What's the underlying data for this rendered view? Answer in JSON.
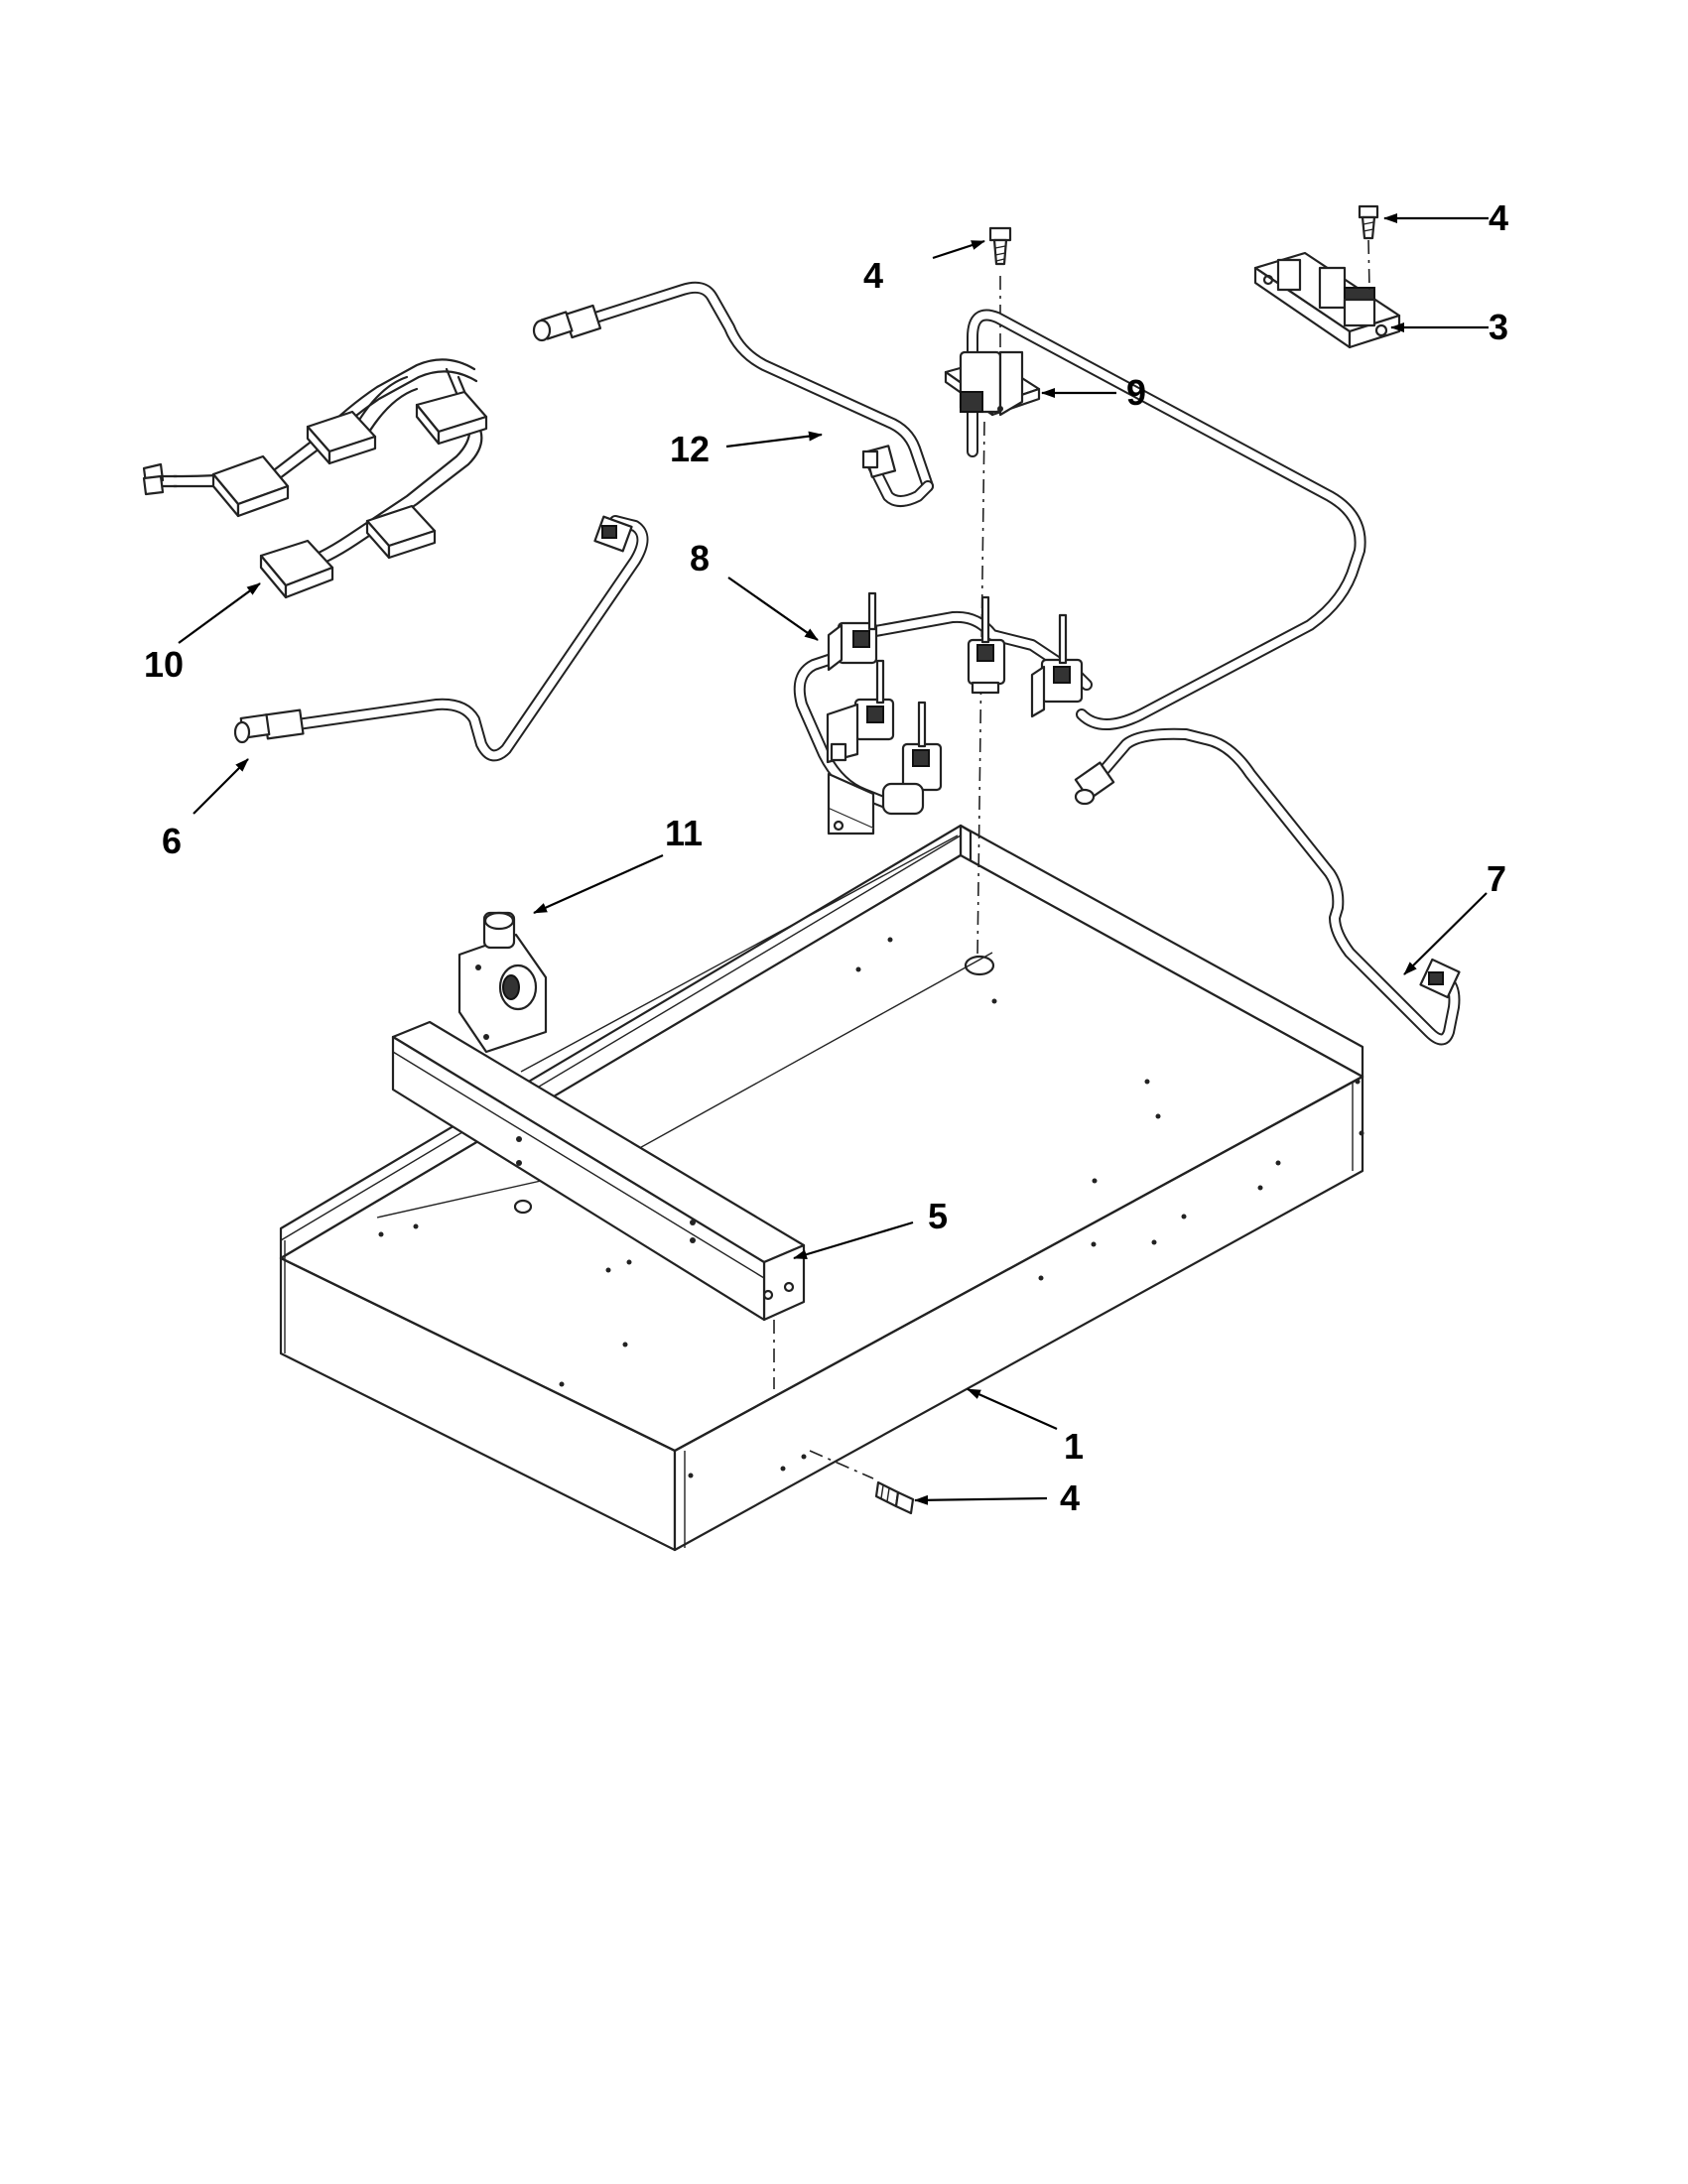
{
  "callouts": [
    {
      "id": "c1",
      "label": "1"
    },
    {
      "id": "c3",
      "label": "3"
    },
    {
      "id": "c4a",
      "label": "4"
    },
    {
      "id": "c4b",
      "label": "4"
    },
    {
      "id": "c4c",
      "label": "4"
    },
    {
      "id": "c5",
      "label": "5"
    },
    {
      "id": "c6",
      "label": "6"
    },
    {
      "id": "c7",
      "label": "7"
    },
    {
      "id": "c8",
      "label": "8"
    },
    {
      "id": "c9",
      "label": "9"
    },
    {
      "id": "c10",
      "label": "10"
    },
    {
      "id": "c11",
      "label": "11"
    },
    {
      "id": "c12",
      "label": "12"
    }
  ]
}
